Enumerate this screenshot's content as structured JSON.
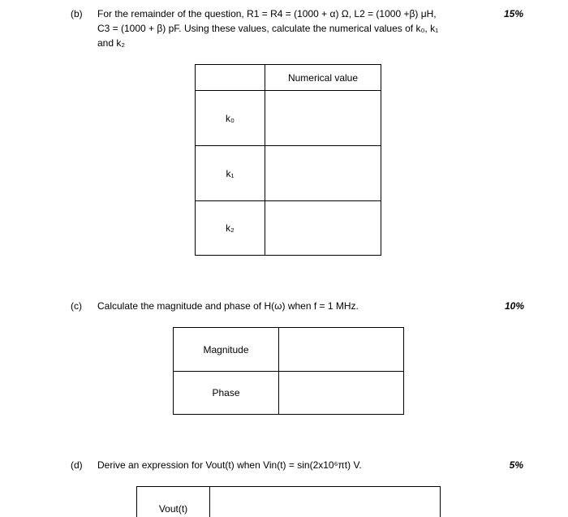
{
  "theme": {
    "background": "#ffffff",
    "text_color": "#000000",
    "border_color": "#000000"
  },
  "sections": {
    "b": {
      "label": "(b)",
      "marks": "15%",
      "lines": [
        "For the remainder of the question, R1 = R4 = (1000 + α) Ω, L2 = (1000 +β) μH,",
        "C3 = (1000 + β) pF. Using these values, calculate the numerical values of k₀, k₁",
        "and k₂"
      ],
      "table": {
        "header": [
          "",
          "Numerical value"
        ],
        "rows": [
          {
            "label": "k₀",
            "value": ""
          },
          {
            "label": "k₁",
            "value": ""
          },
          {
            "label": "k₂",
            "value": ""
          }
        ]
      }
    },
    "c": {
      "label": "(c)",
      "marks": "10%",
      "text": "Calculate the magnitude and phase of H(ω) when f = 1 MHz.",
      "table": {
        "rows": [
          {
            "label": "Magnitude",
            "value": ""
          },
          {
            "label": "Phase",
            "value": ""
          }
        ]
      }
    },
    "d": {
      "label": "(d)",
      "marks": "5%",
      "text": "Derive an expression for Vout(t) when Vin(t) = sin(2x10⁶πt) V.",
      "table": {
        "rows": [
          {
            "label": "Vout(t)",
            "value": ""
          }
        ]
      }
    }
  }
}
